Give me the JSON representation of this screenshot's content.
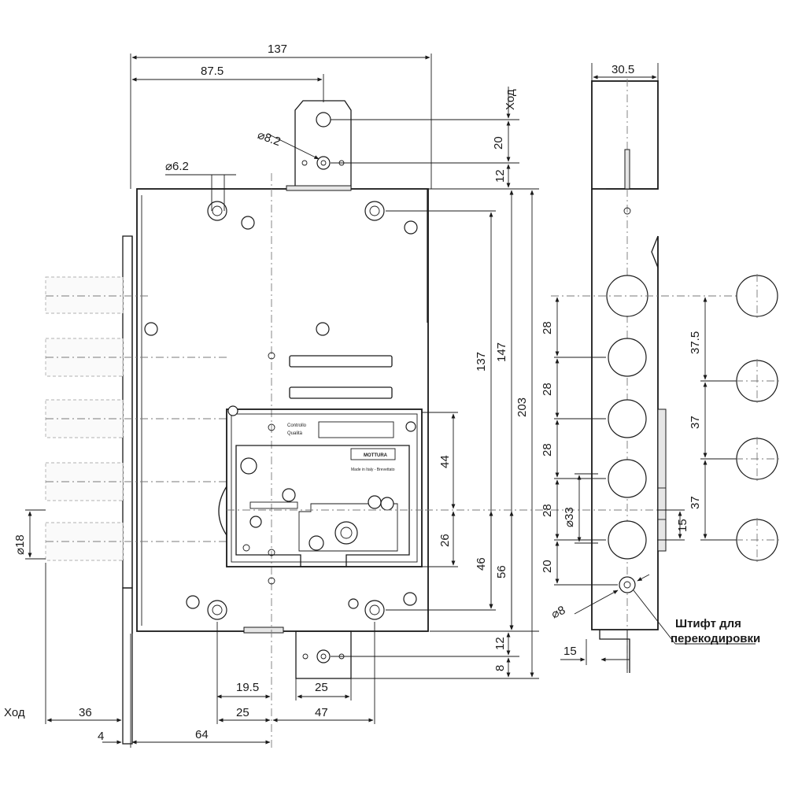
{
  "dimensions": {
    "total_width": "137",
    "backset": "87.5",
    "cam_dia": "⌀8.2",
    "hole_dia": "⌀6.2",
    "stroke_label": "Ход",
    "stroke_20": "20",
    "v12_top": "12",
    "v137": "137",
    "v147": "147",
    "v203": "203",
    "v44": "44",
    "v26": "26",
    "v46": "46",
    "v56": "56",
    "v12_bottom": "12",
    "v8": "8",
    "b19_5": "19.5",
    "b25_cam": "25",
    "b25": "25",
    "b47": "47",
    "b36": "36",
    "b4": "4",
    "b64": "64",
    "bolt_dia": "⌀18"
  },
  "side_view": {
    "thickness": "30.5",
    "s28_1": "28",
    "s28_2": "28",
    "s28_3": "28",
    "s28_4": "28",
    "s20": "20",
    "dia33": "⌀33",
    "dia8": "⌀8",
    "s15_right": "15",
    "s15_bottom": "15",
    "pin_label_1": "Штифт для",
    "pin_label_2": "перекодировки"
  },
  "bolt_column": {
    "b37_5": "37.5",
    "b37_1": "37",
    "b37_2": "37"
  },
  "plate_text": {
    "label_1": "Controllo",
    "label_2": "Qualità",
    "brand": "MOTTURA",
    "made_in": "Made in Italy - Brevettato"
  }
}
